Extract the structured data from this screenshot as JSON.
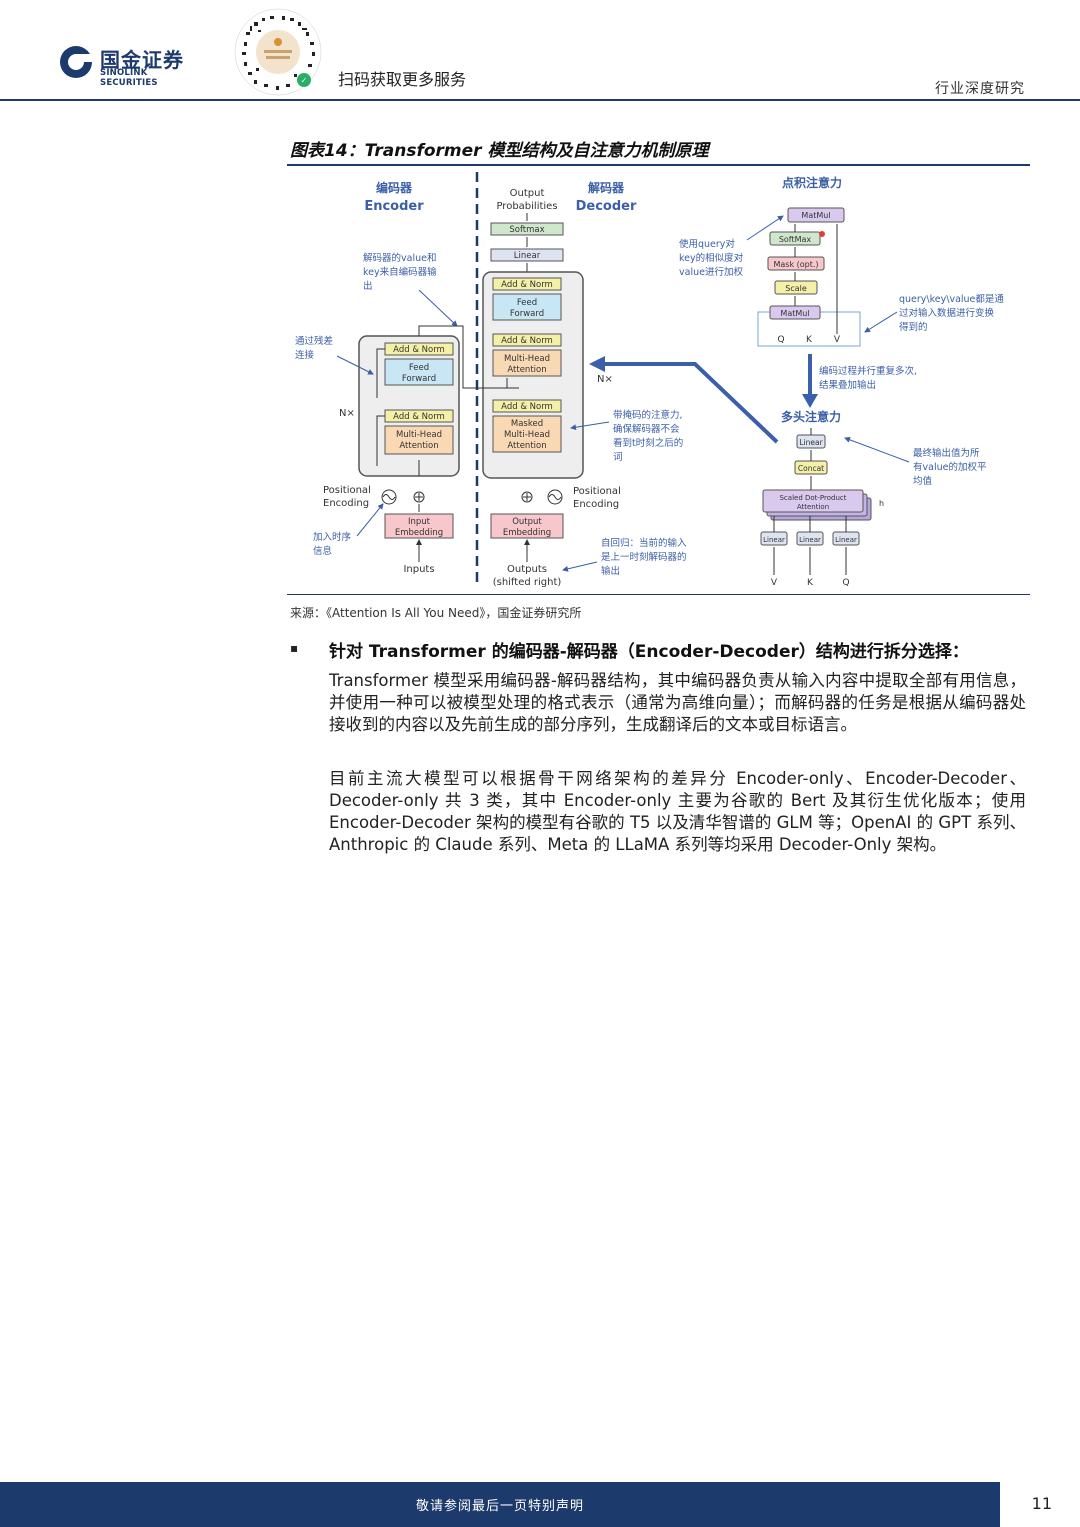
{
  "header": {
    "logo_cn": "国金证券",
    "logo_en": "SINOLINK SECURITIES",
    "qr_text": "扫码获取更多服务",
    "doc_type": "行业深度研究"
  },
  "figure": {
    "title": "图表14：Transformer 模型结构及自注意力机制原理",
    "source": "来源：《Attention Is All You Need》，国金证券研究所",
    "labels": {
      "encoder_cn": "编码器",
      "encoder_en": "Encoder",
      "decoder_cn": "解码器",
      "decoder_en": "Decoder",
      "output_prob_1": "Output",
      "output_prob_2": "Probabilities",
      "softmax": "Softmax",
      "linear": "Linear",
      "add_norm": "Add & Norm",
      "feed_1": "Feed",
      "feed_2": "Forward",
      "mha_1": "Multi-Head",
      "mha_2": "Attention",
      "masked": "Masked",
      "nx": "N×",
      "pos_1": "Positional",
      "pos_2": "Encoding",
      "input_1": "Input",
      "input_2": "Embedding",
      "output_1": "Output",
      "output_2": "Embedding",
      "inputs": "Inputs",
      "outputs_1": "Outputs",
      "outputs_2": "(shifted right)",
      "ann_value_1": "解码器的value和",
      "ann_value_2": "key来自编码器输",
      "ann_value_3": "出",
      "ann_residual_1": "通过残差",
      "ann_residual_2": "连接",
      "ann_pos_1": "加入时序",
      "ann_pos_2": "信息",
      "ann_mask_1": "带掩码的注意力,",
      "ann_mask_2": "确保解码器不会",
      "ann_mask_3": "看到t时刻之后的",
      "ann_mask_4": "词",
      "ann_auto_1": "自回归：当前的输入",
      "ann_auto_2": "是上一时刻解码器的",
      "ann_auto_3": "输出",
      "dot_title": "点积注意力",
      "matmul": "MatMul",
      "softmax_b": "SoftMax",
      "mask_opt": "Mask (opt.)",
      "scale": "Scale",
      "q": "Q",
      "k": "K",
      "v": "V",
      "ann_query_1": "使用query对",
      "ann_query_2": "key的相似度对",
      "ann_query_3": "value进行加权",
      "ann_qkv_1": "query\\key\\value都是通",
      "ann_qkv_2": "过对输入数据进行变换",
      "ann_qkv_3": "得到的",
      "ann_repeat_1": "编码过程并行重复多次,",
      "ann_repeat_2": "结果叠加输出",
      "multi_title": "多头注意力",
      "concat": "Concat",
      "sdpa_1": "Scaled Dot-Product",
      "sdpa_2": "Attention",
      "h": "h",
      "ann_final_1": "最终输出值为所",
      "ann_final_2": "有value的加权平",
      "ann_final_3": "均值"
    }
  },
  "section": {
    "bullet": "▪",
    "heading": "针对 Transformer 的编码器-解码器（Encoder-Decoder）结构进行拆分选择：",
    "p1": "Transformer 模型采用编码器-解码器结构，其中编码器负责从输入内容中提取全部有用信息，并使用一种可以被模型处理的格式表示（通常为高维向量）；而解码器的任务是根据从编码器处接收到的内容以及先前生成的部分序列，生成翻译后的文本或目标语言。",
    "p2": "目前主流大模型可以根据骨干网络架构的差异分 Encoder-only、Encoder-Decoder、Decoder-only 共 3 类，其中 Encoder-only 主要为谷歌的 Bert 及其衍生优化版本；使用 Encoder-Decoder 架构的模型有谷歌的 T5 以及清华智谱的 GLM 等；OpenAI 的 GPT 系列、Anthropic 的 Claude 系列、Meta 的 LLaMA 系列等均采用 Decoder-Only 架构。"
  },
  "footer": {
    "disclaimer": "敬请参阅最后一页特别声明",
    "page": "11"
  },
  "colors": {
    "brand": "#1c3a6b",
    "add_norm": "#f4f0a8",
    "feed": "#c8e6f4",
    "attention": "#f9d9b4",
    "embedding": "#f7c7cc",
    "softmax": "#cfe8cc",
    "linear": "#dde3f0",
    "matmul": "#d9c9ee",
    "annotation": "#3b5fa8"
  }
}
